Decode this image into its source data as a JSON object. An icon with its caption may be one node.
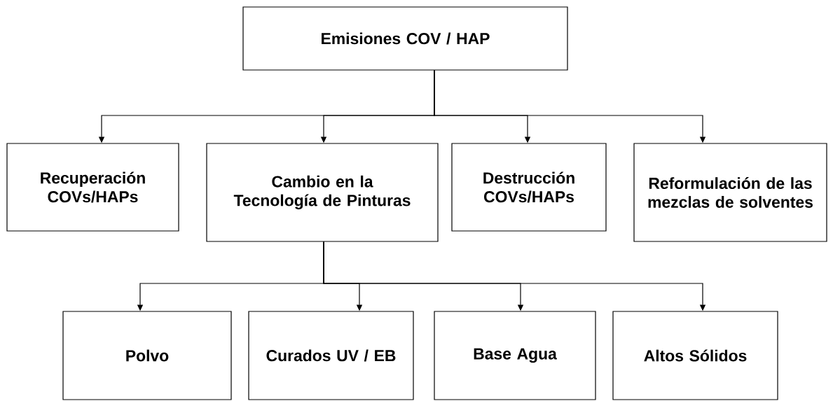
{
  "diagram": {
    "nodes": [
      {
        "text": [
          "Emisiones COV / HAP"
        ]
      },
      {
        "text": [
          "Recuperación COVs/HAPs"
        ]
      },
      {
        "text": [
          "Cambio en la Tecnología de Pinturas"
        ]
      },
      {
        "text": [
          "Destrucción COVs/HAPs"
        ]
      },
      {
        "text": [
          "Reformulación de las mezclas de solventes"
        ]
      },
      {
        "text": [
          "Polvo"
        ]
      },
      {
        "text": [
          "Curados UV / EB"
        ]
      },
      {
        "text": [
          "Base Agua"
        ]
      },
      {
        "text": [
          "Altos Sólidos"
        ]
      }
    ],
    "edges": [
      {
        "from": 0,
        "to": 1,
        "arrow": "to"
      },
      {
        "from": 0,
        "to": 2,
        "arrow": "to"
      },
      {
        "from": 0,
        "to": 3,
        "arrow": "to"
      },
      {
        "from": 0,
        "to": 4,
        "arrow": "to"
      },
      {
        "from": 2,
        "to": 5,
        "arrow": "to"
      },
      {
        "from": 2,
        "to": 6,
        "arrow": "to"
      },
      {
        "from": 2,
        "to": 7,
        "arrow": "to"
      },
      {
        "from": 2,
        "to": 8,
        "arrow": "to"
      }
    ]
  }
}
